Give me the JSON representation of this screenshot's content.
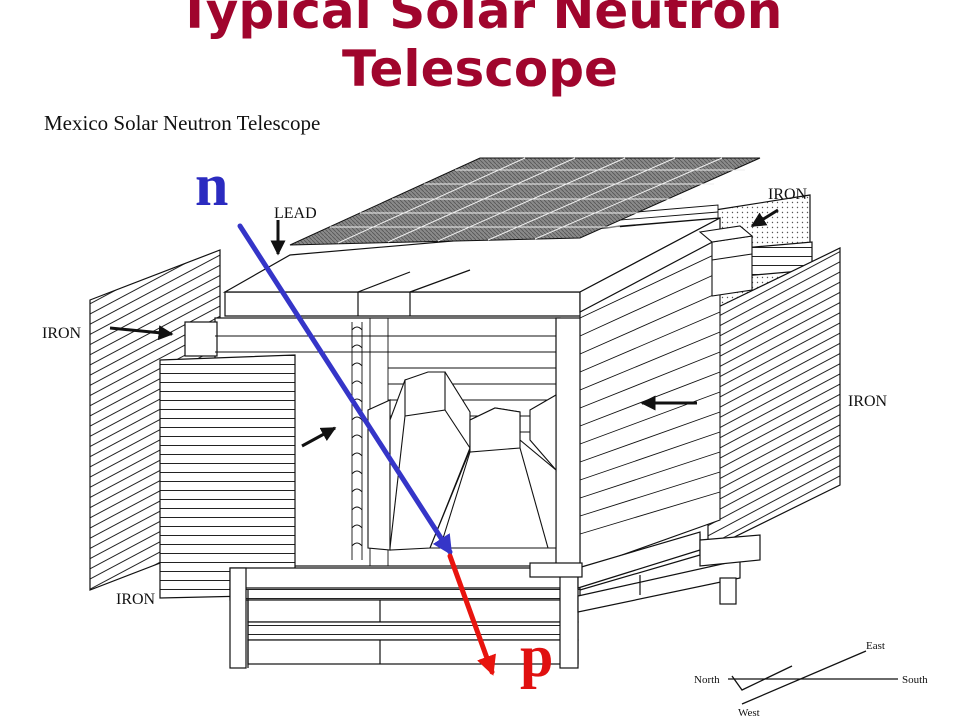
{
  "slide": {
    "title_line_1": "Typical Solar Neutron",
    "title_line_2": "Telescope"
  },
  "diagram": {
    "caption": "Mexico Solar Neutron Telescope",
    "labels": {
      "iron_top_right": "IRON",
      "iron_left": "IRON",
      "iron_right": "IRON",
      "iron_bottom_left": "IRON",
      "lead": "LEAD"
    },
    "particles": {
      "incoming": "n",
      "outgoing": "p"
    },
    "compass": {
      "north": "North",
      "south": "South",
      "east": "East",
      "west": "West"
    },
    "colors": {
      "title": "#a0052d",
      "neutron_track": "#3535c8",
      "proton_track": "#e8140e",
      "neutron_label": "#2b2bc0",
      "proton_label": "#e01010",
      "line_art": "#111111"
    }
  }
}
